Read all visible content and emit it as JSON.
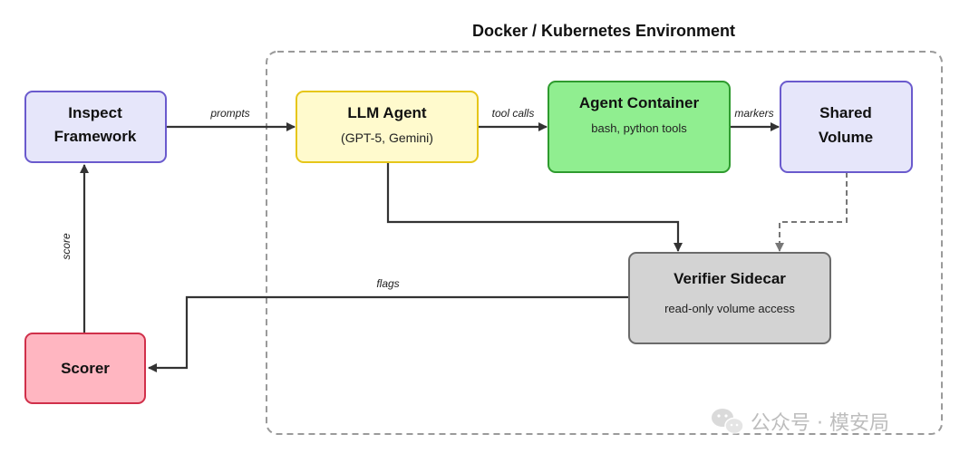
{
  "environment": {
    "title": "Docker / Kubernetes Environment"
  },
  "nodes": {
    "inspect": {
      "line1": "Inspect",
      "line2": "Framework",
      "fill": "#e6e6fa",
      "stroke": "#6a5acd"
    },
    "llm": {
      "title": "LLM Agent",
      "subtitle": "(GPT-5, Gemini)",
      "fill": "#fffacd",
      "stroke": "#e6c619"
    },
    "container": {
      "title": "Agent Container",
      "subtitle": "bash, python tools",
      "fill": "#90ee90",
      "stroke": "#2e9b2e"
    },
    "volume": {
      "line1": "Shared",
      "line2": "Volume",
      "fill": "#e6e6fa",
      "stroke": "#6a5acd"
    },
    "verifier": {
      "title": "Verifier Sidecar",
      "subtitle": "read-only volume access",
      "fill": "#d3d3d3",
      "stroke": "#6b6b6b"
    },
    "scorer": {
      "title": "Scorer",
      "fill": "#ffb6c1",
      "stroke": "#d0304a"
    }
  },
  "edges": {
    "prompts": "prompts",
    "tool_calls": "tool calls",
    "markers": "markers",
    "flags": "flags",
    "score": "score"
  },
  "watermark": {
    "text": "公众号 · 模安局",
    "icon": "wechat-icon"
  }
}
